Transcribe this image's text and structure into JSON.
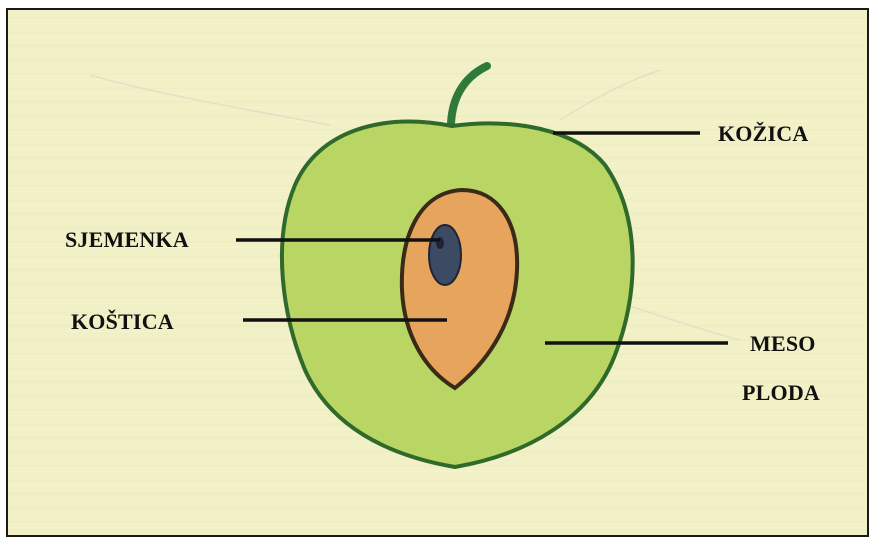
{
  "labels": {
    "kozica": "KOŽICA",
    "sjemenka": "SJEMENKA",
    "kostica": "KOŠTICA",
    "meso_line1": "MESO",
    "meso_line2": "PLODA"
  },
  "colors": {
    "background": "#f2f0c6",
    "flesh": "#b9d564",
    "skin": "#2f6a2a",
    "stem": "#2f7a3a",
    "pit": "#e7a45c",
    "seed": "#3d4a63",
    "leader_line": "#111111"
  }
}
